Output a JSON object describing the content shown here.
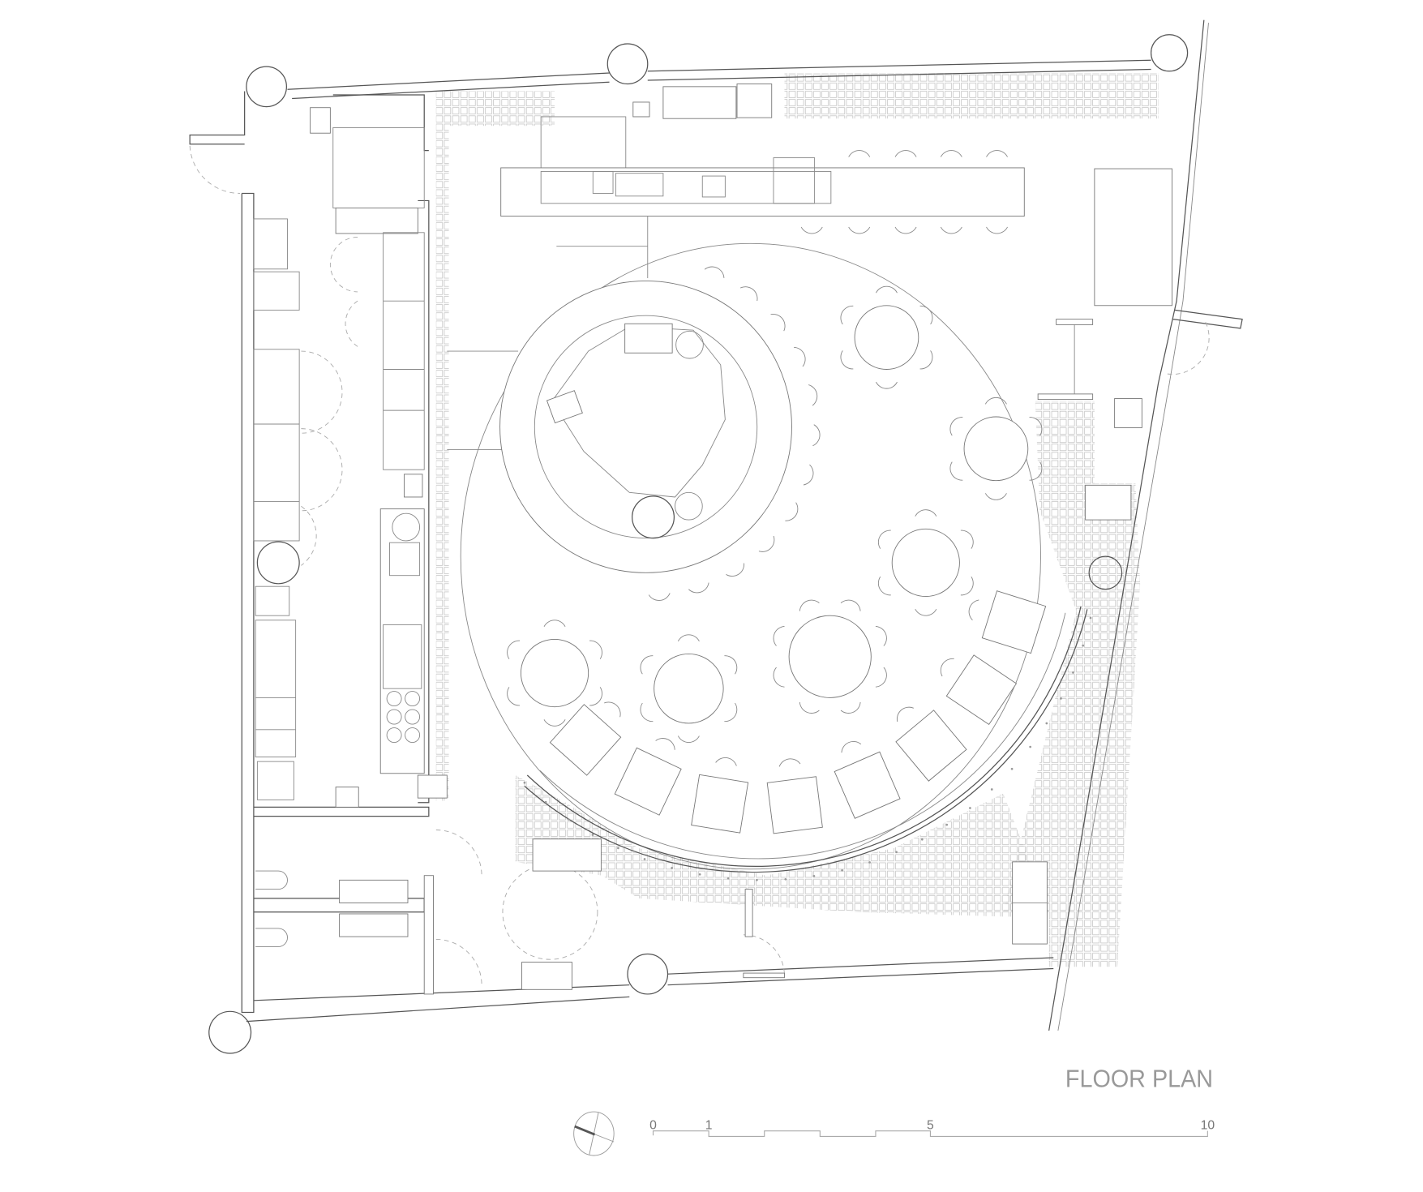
{
  "title": "FLOOR PLAN",
  "scale_bar": {
    "labels": [
      "0",
      "1",
      "5",
      "10"
    ]
  },
  "icons": {
    "north_arrow": "north-arrow-icon"
  },
  "colors": {
    "line": "#777777",
    "wall": "#555555",
    "text": "#999999"
  }
}
